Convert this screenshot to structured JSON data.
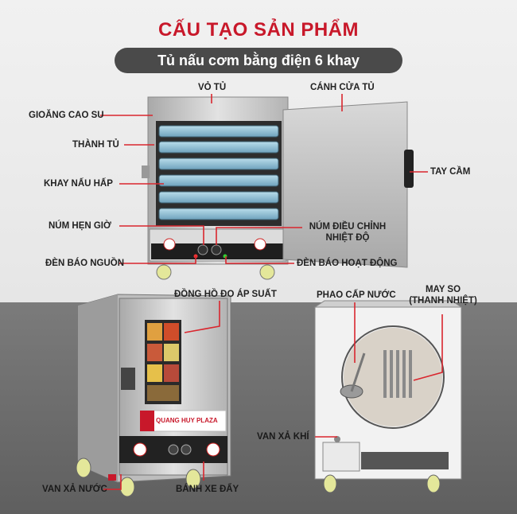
{
  "title": "CẤU TẠO SẢN PHẨM",
  "subtitle": "Tủ nấu cơm bằng điện 6 khay",
  "labels": {
    "vo_tu": "VỎ TỦ",
    "canh_cua_tu": "CÁNH CỬA TỦ",
    "gioang_cao_su": "GIOĂNG CAO SU",
    "thanh_tu": "THÀNH TỦ",
    "khay_nau_hap": "KHAY NẤU HẤP",
    "tay_cam": "TAY CẦM",
    "num_hen_gio": "NÚM HẸN GIỜ",
    "num_dieu_chinh_1": "NÚM ĐIỀU CHỈNH",
    "num_dieu_chinh_2": "NHIỆT ĐỘ",
    "den_bao_nguon": "ĐÈN BÁO NGUỒN",
    "den_bao_hoat_dong": "ĐÈN BÁO HOẠT ĐỘNG",
    "dong_ho_ap_suat": "ĐỒNG HỒ ĐO ÁP SUẤT",
    "phao_cap_nuoc": "PHAO CẤP NƯỚC",
    "may_so_1": "MAY SO",
    "may_so_2": "(THANH NHIỆT)",
    "van_xa_khi": "VAN XẢ KHÍ",
    "van_xa_nuoc": "VAN XẢ NƯỚC",
    "banh_xe_day": "BÁNH XE ĐẨY"
  },
  "brand": "QUANG HUY PLAZA",
  "colors": {
    "title_red": "#c8182a",
    "pointer_red": "#d9262e",
    "steel": "#c9c9c9",
    "tray_blue": "#8fc0d6"
  }
}
